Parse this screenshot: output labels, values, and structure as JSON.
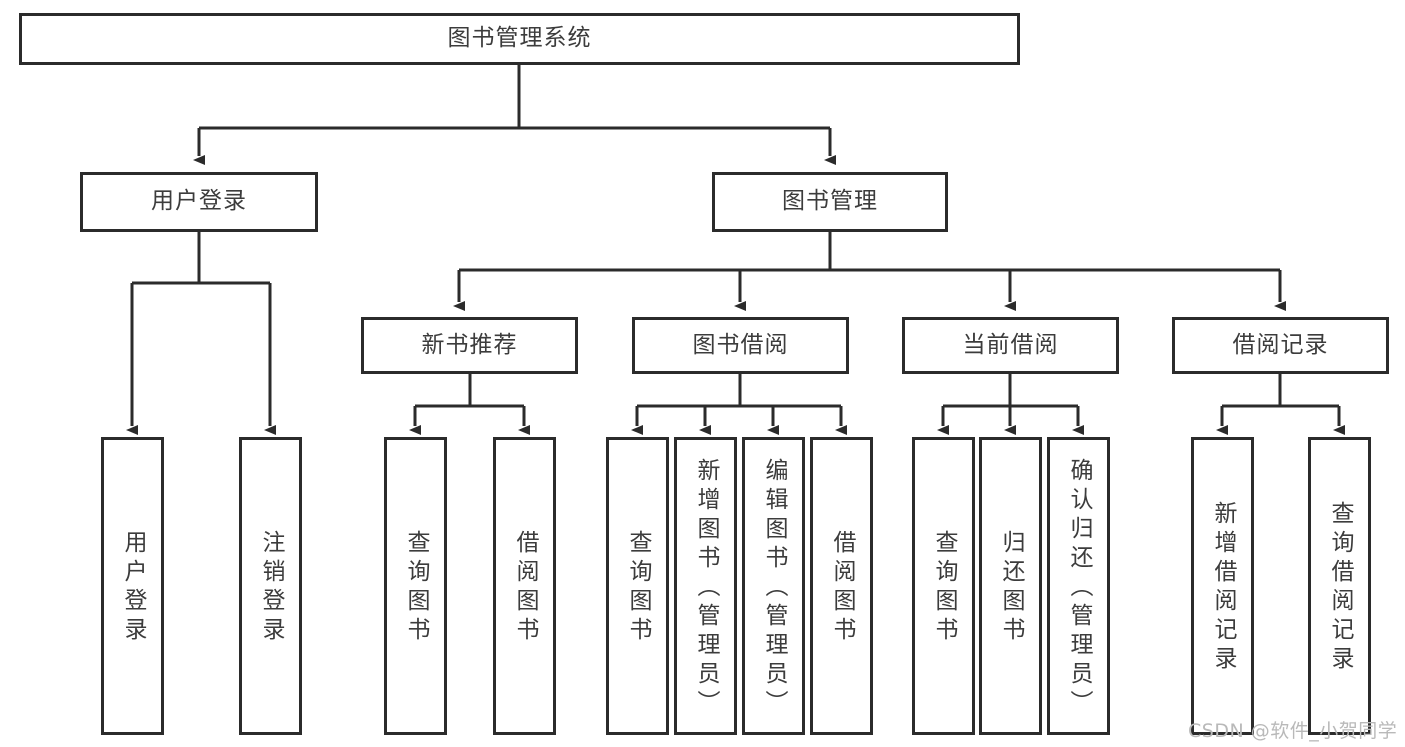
{
  "diagram": {
    "title": "图书管理系统",
    "root": {
      "id": "root",
      "label": "图书管理系统",
      "orientation": "horizontal"
    },
    "level2": [
      {
        "id": "user-login",
        "label": "用户登录",
        "orientation": "horizontal"
      },
      {
        "id": "book-management",
        "label": "图书管理",
        "orientation": "horizontal"
      }
    ],
    "level3": [
      {
        "id": "new-book-recommend",
        "label": "新书推荐",
        "orientation": "horizontal",
        "parent": "book-management"
      },
      {
        "id": "book-borrow",
        "label": "图书借阅",
        "orientation": "horizontal",
        "parent": "book-management"
      },
      {
        "id": "current-borrow",
        "label": "当前借阅",
        "orientation": "horizontal",
        "parent": "book-management"
      },
      {
        "id": "borrow-record",
        "label": "借阅记录",
        "orientation": "horizontal",
        "parent": "book-management"
      }
    ],
    "leaves": [
      {
        "id": "leaf-user-login",
        "label": "用户登录",
        "orientation": "vertical",
        "parent": "user-login"
      },
      {
        "id": "leaf-logout",
        "label": "注销登录",
        "orientation": "vertical",
        "parent": "user-login"
      },
      {
        "id": "leaf-query-book-1",
        "label": "查询图书",
        "orientation": "vertical",
        "parent": "new-book-recommend"
      },
      {
        "id": "leaf-borrow-book-1",
        "label": "借阅图书",
        "orientation": "vertical",
        "parent": "new-book-recommend"
      },
      {
        "id": "leaf-query-book-2",
        "label": "查询图书",
        "orientation": "vertical",
        "parent": "book-borrow"
      },
      {
        "id": "leaf-add-book",
        "label": "新增图书（管理员）",
        "orientation": "vertical",
        "parent": "book-borrow"
      },
      {
        "id": "leaf-edit-book",
        "label": "编辑图书（管理员）",
        "orientation": "vertical",
        "parent": "book-borrow"
      },
      {
        "id": "leaf-borrow-book-2",
        "label": "借阅图书",
        "orientation": "vertical",
        "parent": "book-borrow"
      },
      {
        "id": "leaf-query-book-3",
        "label": "查询图书",
        "orientation": "vertical",
        "parent": "current-borrow"
      },
      {
        "id": "leaf-return-book",
        "label": "归还图书",
        "orientation": "vertical",
        "parent": "current-borrow"
      },
      {
        "id": "leaf-confirm-return",
        "label": "确认归还（管理员）",
        "orientation": "vertical",
        "parent": "current-borrow"
      },
      {
        "id": "leaf-add-record",
        "label": "新增借阅记录",
        "orientation": "vertical",
        "parent": "borrow-record"
      },
      {
        "id": "leaf-query-record",
        "label": "查询借阅记录",
        "orientation": "vertical",
        "parent": "borrow-record"
      }
    ],
    "colors": {
      "stroke": "#2b2b2b",
      "text": "#3c3c3c",
      "background": "#ffffff",
      "watermark": "#b9b9b9"
    }
  },
  "watermark": {
    "text": "CSDN @软件_小贺同学"
  }
}
